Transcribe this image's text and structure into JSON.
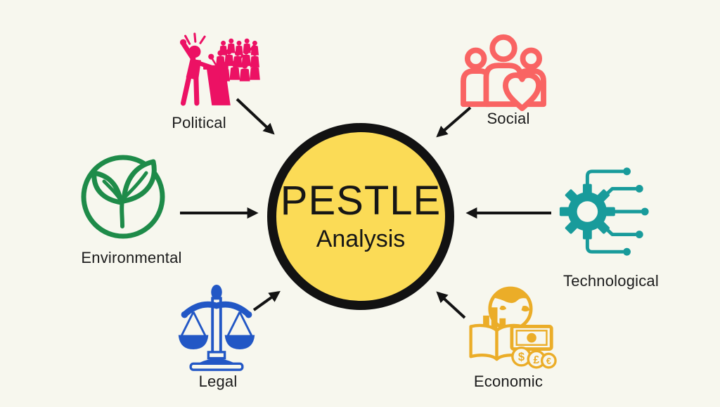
{
  "title": {
    "main": "PESTLE",
    "sub": "Analysis"
  },
  "colors": {
    "background": "#F7F7EE",
    "center_fill": "#FBDB56",
    "center_border": "#121212",
    "arrow": "#131313",
    "label_text": "#1B1B1B"
  },
  "factors": [
    {
      "id": "political",
      "label": "Political",
      "color": "#EC1164",
      "icon": "podium-speaker-crowd-icon"
    },
    {
      "id": "social",
      "label": "Social",
      "color": "#F96463",
      "icon": "people-heart-icon"
    },
    {
      "id": "environmental",
      "label": "Environmental",
      "color": "#1E8B49",
      "icon": "leaf-sprout-circle-icon"
    },
    {
      "id": "technological",
      "label": "Technological",
      "color": "#189B9B",
      "icon": "gear-circuit-icon"
    },
    {
      "id": "legal",
      "label": "Legal",
      "color": "#2257C5",
      "icon": "justice-scales-icon"
    },
    {
      "id": "economic",
      "label": "Economic",
      "color": "#EBAD28",
      "icon": "globe-finance-icon"
    }
  ]
}
